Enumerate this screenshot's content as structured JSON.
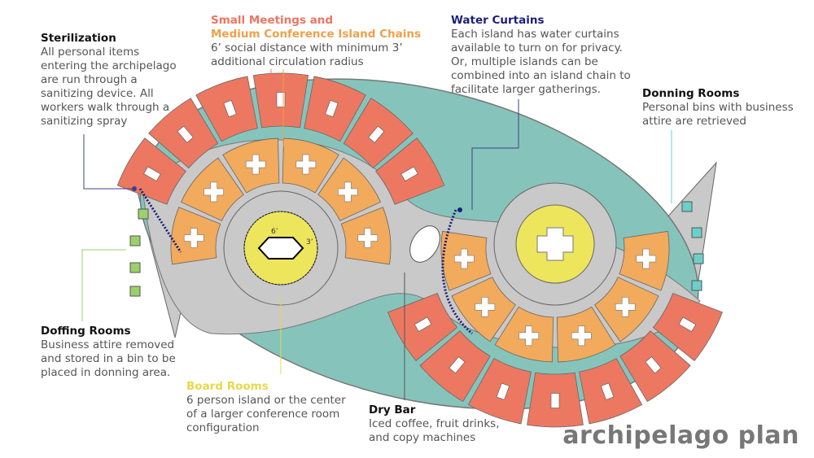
{
  "notes": {
    "sterilization": {
      "title": "Sterilization",
      "lines": [
        "All personal items",
        "entering the archipelago",
        "are run through a",
        "sanitizing device. All",
        "workers walk through a",
        "sanitizing spray"
      ]
    },
    "meetings": {
      "title_line1": "Small Meetings and",
      "title_line2": "Medium Conference Island Chains",
      "lines": [
        "6’ social distance with minimum 3’",
        "additional circulation radius"
      ]
    },
    "water": {
      "title": "Water Curtains",
      "lines": [
        "Each island has water curtains",
        "available to turn on for privacy.",
        "Or, multiple islands can be",
        "combined into an island chain to",
        "facilitate larger gatherings."
      ]
    },
    "donning": {
      "title": "Donning Rooms",
      "lines": [
        "Personal bins with business",
        "attire are retrieved"
      ]
    },
    "doffing": {
      "title": "Doffing Rooms",
      "lines": [
        "Business attire removed",
        "and stored in a bin to be",
        "placed in donning area."
      ]
    },
    "board": {
      "title": "Board Rooms",
      "lines": [
        "6 person island or the center",
        "of a larger conference room",
        "configuration"
      ]
    },
    "drybar": {
      "title": "Dry Bar",
      "lines": [
        "Iced coffee, fruit drinks,",
        "and copy machines"
      ]
    }
  },
  "dimension_labels": {
    "six": "6’",
    "three": "3’"
  },
  "page_title": "archipelago plan",
  "colors": {
    "teal": "#86c4bb",
    "coral": "#ec7862",
    "orange": "#f2aa5c",
    "yellow": "#ede55c",
    "gray": "#c9c9c9",
    "navy": "#1c1f7a",
    "meetings": "#ee7560",
    "medium": "#eda14a",
    "board": "#e8d84a"
  }
}
